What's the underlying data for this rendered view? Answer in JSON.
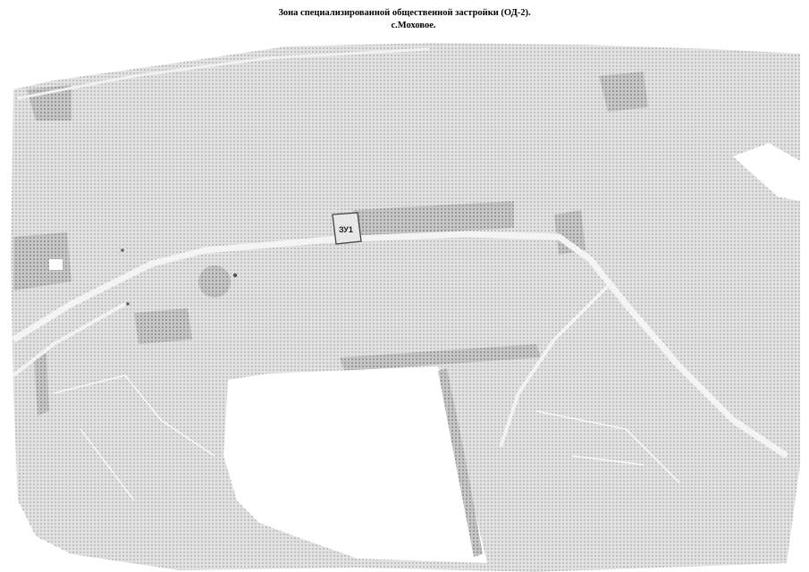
{
  "header": {
    "title_line1": "Зона специализированной общественной застройки (ОД-2).",
    "title_line2": "с.Моховое."
  },
  "map": {
    "plot_label": "ЗУ1",
    "colors": {
      "terrain": "#d6d6d6",
      "terrain_dark": "#b8b8b8",
      "road": "#ececec",
      "background": "#ffffff",
      "outline": "#555555"
    }
  }
}
